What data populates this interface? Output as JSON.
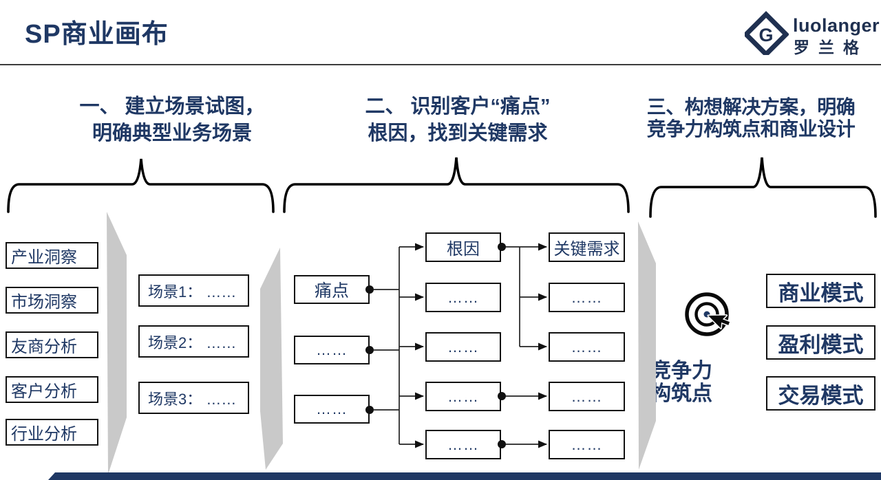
{
  "header": {
    "title": "SP商业画布"
  },
  "logo": {
    "brand": "luolanger",
    "brand_cn": "罗兰格"
  },
  "steps": [
    {
      "line1": "一、 建立场景试图，",
      "line2": "明确典型业务场景"
    },
    {
      "line1": "二、 识别客户“痛点”",
      "line2": "根因，找到关键需求"
    },
    {
      "line1": "三、构想解决方案，明确",
      "line2": "竞争力构筑点和商业设计"
    }
  ],
  "insight_boxes": [
    "产业洞察",
    "市场洞察",
    "友商分析",
    "客户分析",
    "行业分析"
  ],
  "scenario_boxes": [
    "场景1： ……",
    "场景2： ……",
    "场景3： ……"
  ],
  "flow": {
    "pain_boxes": [
      "痛点",
      "……",
      "……"
    ],
    "rootcause_boxes": [
      "根因",
      "……",
      "……",
      "……",
      "……"
    ],
    "need_boxes": [
      "关键需求",
      "……",
      "……",
      "……",
      "……"
    ]
  },
  "result": {
    "competitiveness_line1": "竞争力",
    "competitiveness_line2": "构筑点",
    "model_boxes": [
      "商业模式",
      "盈利模式",
      "交易模式"
    ]
  },
  "colors": {
    "navy_text": "#1F3864",
    "logo_navy": "#1F3050",
    "shape_gray": "#C9C9C9",
    "line_black": "#111111",
    "bottom_bar_navy": "#1F3864"
  }
}
